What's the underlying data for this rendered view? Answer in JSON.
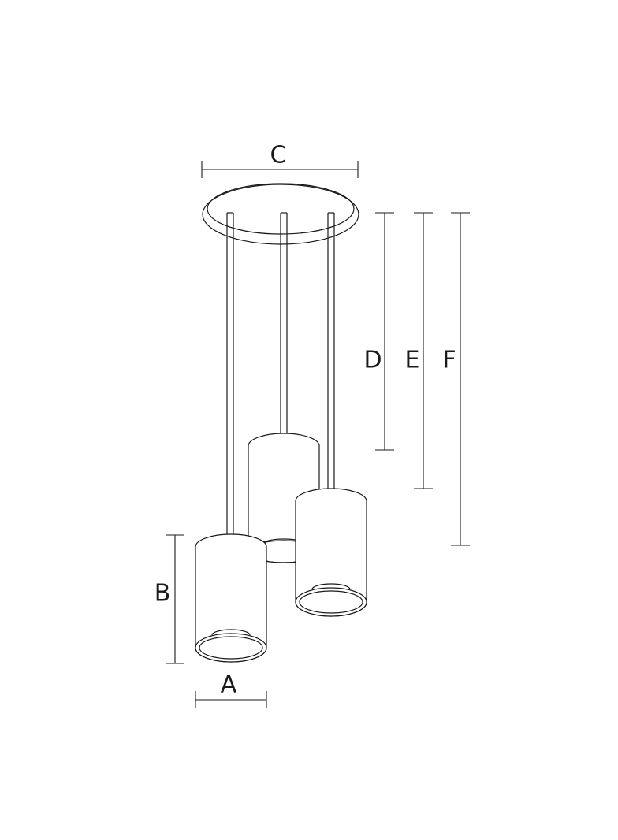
{
  "dimensions": {
    "a": {
      "label": "A"
    },
    "b": {
      "label": "B"
    },
    "c": {
      "label": "C"
    },
    "d": {
      "label": "D"
    },
    "e": {
      "label": "E"
    },
    "f": {
      "label": "F"
    }
  },
  "colors": {
    "line": "#1a1a1a",
    "background": "#ffffff"
  }
}
